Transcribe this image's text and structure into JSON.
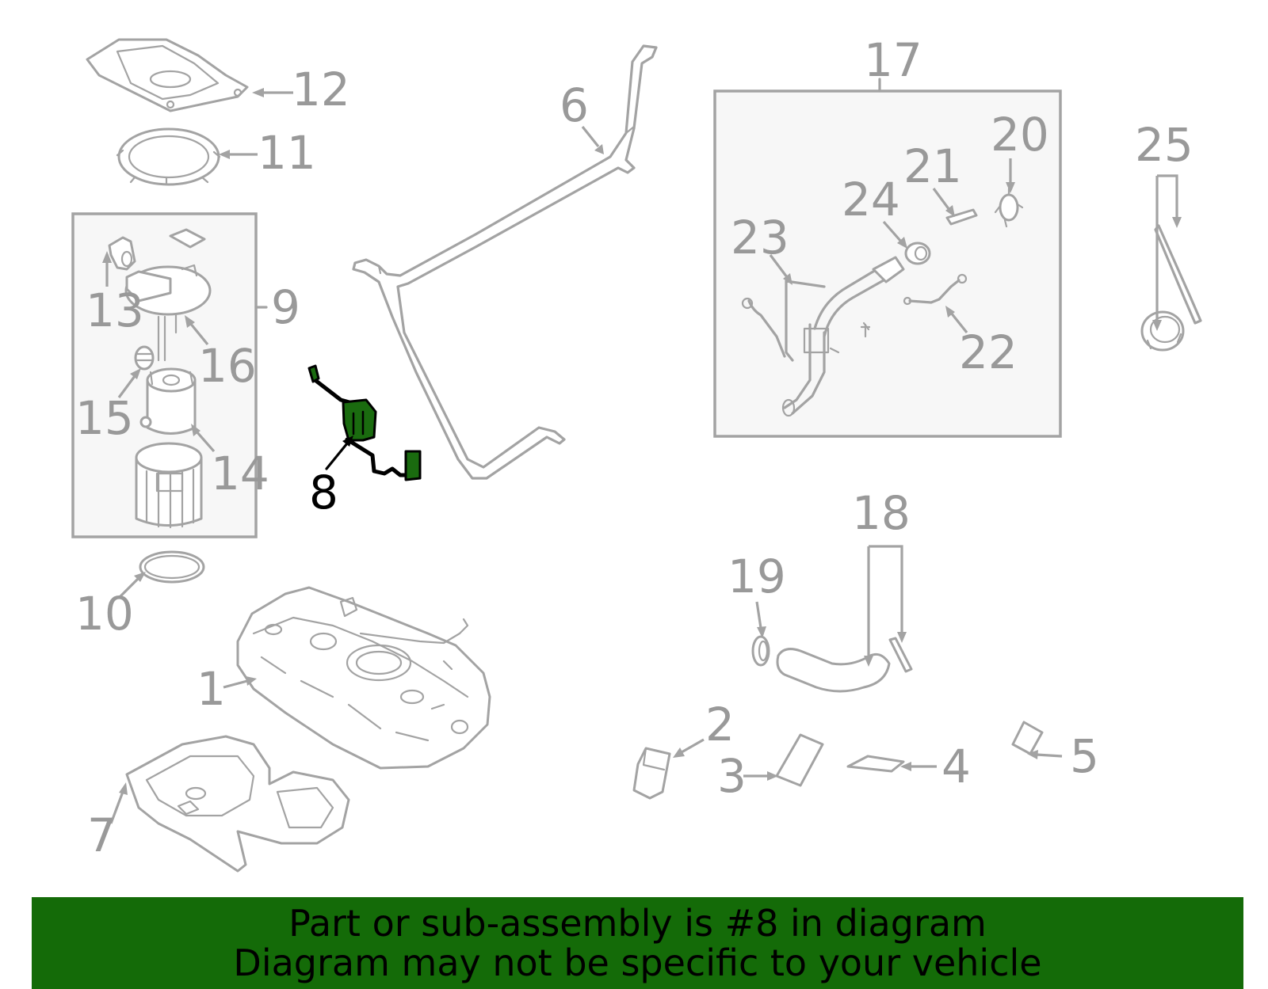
{
  "diagram": {
    "highlight_color": "#1a6b0f",
    "line_color": "#a3a3a3",
    "label_color": "#999999",
    "highlighted_part": "8",
    "callouts": [
      "1",
      "2",
      "3",
      "4",
      "5",
      "6",
      "7",
      "8",
      "9",
      "10",
      "11",
      "12",
      "13",
      "14",
      "15",
      "16",
      "17",
      "18",
      "19",
      "20",
      "21",
      "22",
      "23",
      "24",
      "25"
    ]
  },
  "banner": {
    "background": "#146b08",
    "line1": "Part or sub-assembly is #8 in diagram",
    "line2": "Diagram may not be specific to your vehicle"
  }
}
